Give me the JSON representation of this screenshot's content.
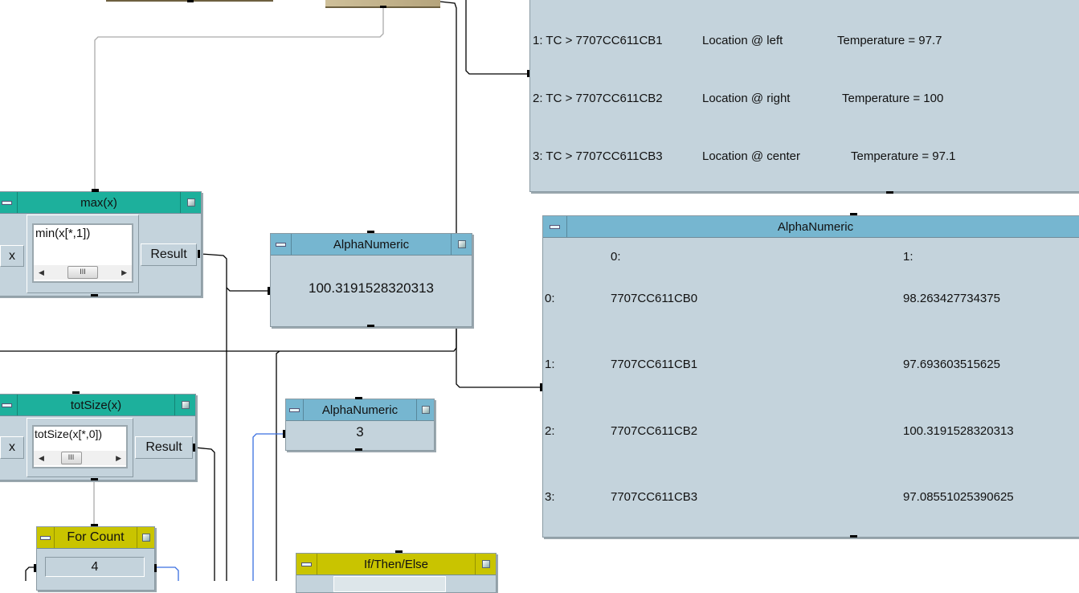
{
  "text_display": {
    "lines": [
      {
        "index": "1:",
        "tc": "TC > 7707CC611CB1",
        "location": "Location @ left",
        "temperature": "Temperature = 97.7"
      },
      {
        "index": "2:",
        "tc": "TC > 7707CC611CB2",
        "location": "Location @ right",
        "temperature": "Temperature = 100"
      },
      {
        "index": "3:",
        "tc": "TC > 7707CC611CB3",
        "location": "Location @ center",
        "temperature": "Temperature = 97.1"
      }
    ]
  },
  "max_formula": {
    "title": "max(x)",
    "input": "x",
    "expression": "min(x[*,1])",
    "output": "Result",
    "scroll_thumb": "III"
  },
  "alpha_max": {
    "title": "AlphaNumeric",
    "value": "100.3191528320313"
  },
  "alpha_table": {
    "title": "AlphaNumeric",
    "columns": [
      "0:",
      "1:"
    ],
    "rows": [
      {
        "index": "0:",
        "id": "7707CC611CB0",
        "value": "98.263427734375"
      },
      {
        "index": "1:",
        "id": "7707CC611CB1",
        "value": "97.693603515625"
      },
      {
        "index": "2:",
        "id": "7707CC611CB2",
        "value": "100.3191528320313"
      },
      {
        "index": "3:",
        "id": "7707CC611CB3",
        "value": "97.08551025390625"
      }
    ]
  },
  "totsize_formula": {
    "title": "totSize(x)",
    "input": "x",
    "expression": "totSize(x[*,0])",
    "output": "Result",
    "scroll_thumb": "III"
  },
  "alpha_count": {
    "title": "AlphaNumeric",
    "value": "3"
  },
  "for_count": {
    "title": "For Count",
    "value": "4"
  },
  "if_then_else": {
    "title": "If/Then/Else"
  },
  "colors": {
    "formula_title": "#1db09c",
    "display_title": "#76b6d0",
    "flow_title": "#c9c400",
    "object_body": "#c4d3dc",
    "wire_blue": "#3a6fe0"
  }
}
